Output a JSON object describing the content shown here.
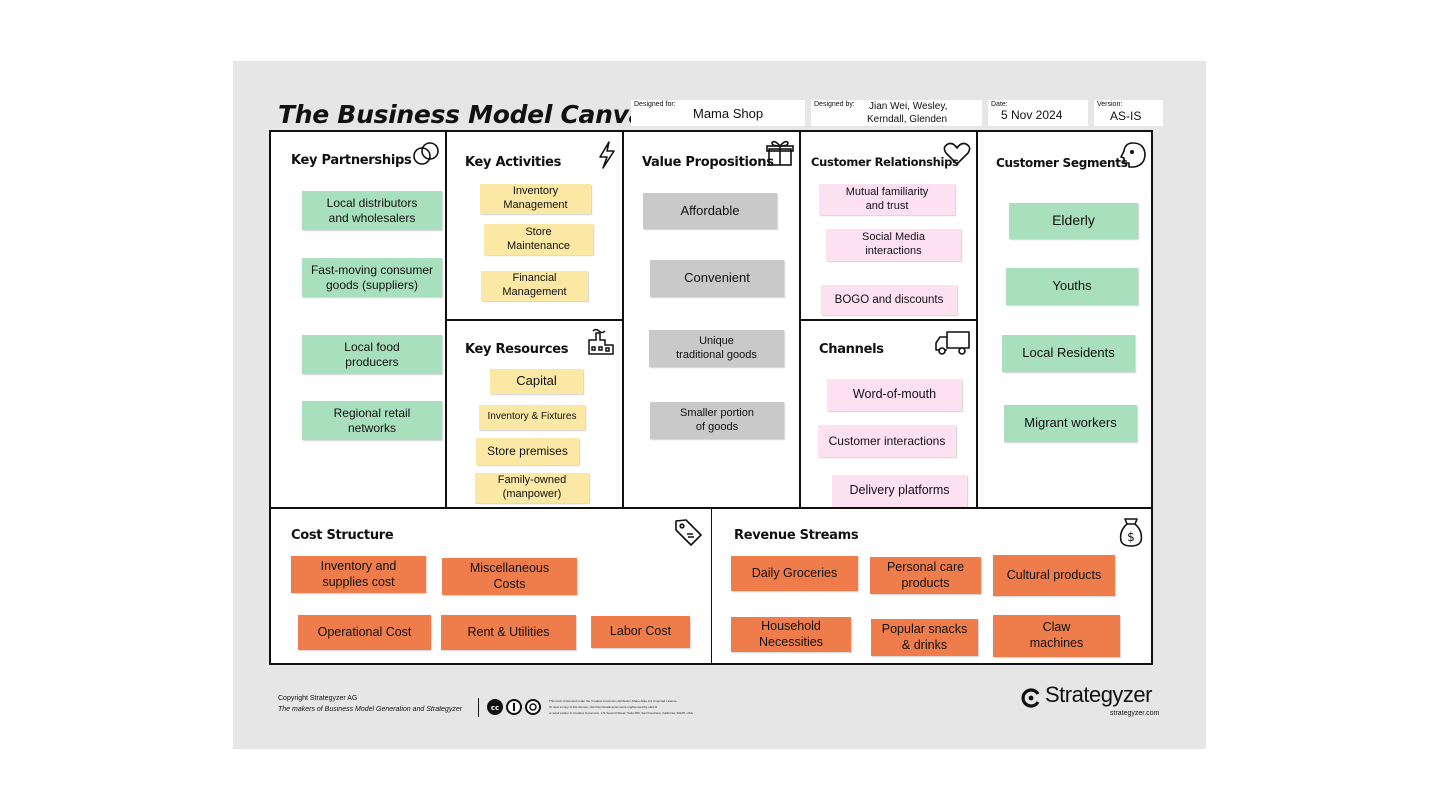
{
  "title": "The Business Model Canvas",
  "header": {
    "designed_for_label": "Designed for:",
    "designed_for": "Mama Shop",
    "designed_by_label": "Designed by:",
    "designed_by_line1": "Jian Wei, Wesley,",
    "designed_by_line2": "Kerndall, Glenden",
    "date_label": "Date:",
    "date": "5 Nov 2024",
    "version_label": "Version:",
    "version": "AS-IS"
  },
  "colors": {
    "green_note": "#a8dfbd",
    "yellow_note": "#fbe8a4",
    "gray_note": "#c9c9c9",
    "pink_note": "#fde1f1",
    "orange_note": "#ee7d4b",
    "sheet_background": "#e6e6e6"
  },
  "blocks": {
    "key_partnerships": {
      "title": "Key Partnerships",
      "icon": "link-icon",
      "notes": [
        "Local distributors\nand wholesalers",
        "Fast-moving consumer\ngoods (suppliers)",
        "Local food\nproducers",
        "Regional retail\nnetworks"
      ]
    },
    "key_activities": {
      "title": "Key Activities",
      "icon": "lightning-icon",
      "notes": [
        "Inventory\nManagement",
        "Store\nMaintenance",
        "Financial\nManagement"
      ]
    },
    "key_resources": {
      "title": "Key Resources",
      "icon": "factory-icon",
      "notes": [
        "Capital",
        "Inventory & Fixtures",
        "Store premises",
        "Family-owned\n(manpower)"
      ]
    },
    "value_propositions": {
      "title": "Value Propositions",
      "icon": "gift-icon",
      "notes": [
        "Affordable",
        "Convenient",
        "Unique\ntraditional goods",
        "Smaller portion\nof goods"
      ]
    },
    "customer_relationships": {
      "title": "Customer Relationships",
      "icon": "heart-icon",
      "notes": [
        "Mutual familiarity\nand trust",
        "Social Media\ninteractions",
        "BOGO and discounts"
      ]
    },
    "channels": {
      "title": "Channels",
      "icon": "truck-icon",
      "notes": [
        "Word-of-mouth",
        "Customer interactions",
        "Delivery platforms"
      ]
    },
    "customer_segments": {
      "title": "Customer Segments",
      "icon": "face-icon",
      "notes": [
        "Elderly",
        "Youths",
        "Local Residents",
        "Migrant workers"
      ]
    },
    "cost_structure": {
      "title": "Cost Structure",
      "icon": "price-tag-icon",
      "notes": [
        "Inventory and\nsupplies cost",
        "Miscellaneous\nCosts",
        "Operational Cost",
        "Rent & Utilities",
        "Labor Cost"
      ]
    },
    "revenue_streams": {
      "title": "Revenue Streams",
      "icon": "money-bag-icon",
      "notes": [
        "Daily Groceries",
        "Personal care\nproducts",
        "Cultural products",
        "Household\nNecessities",
        "Popular snacks\n& drinks",
        "Claw\nmachines"
      ]
    }
  },
  "footer": {
    "copyright": "Copyright Strategyzer AG",
    "makers": "The makers of Business Model Generation and Strategyzer",
    "license_line1": "This work is licensed under the Creative Commons Attribution-Share Alike 3.0 Unported License.",
    "license_line2": "To view a copy of this license, visit http://creativecommons.org/licenses/by-sa/3.0/",
    "license_line3": "or send a letter to Creative Commons, 171 Second Street, Suite 300, San Francisco, California, 94105, USA.",
    "brand": "Strategyzer",
    "brand_url": "strategyzer.com"
  }
}
